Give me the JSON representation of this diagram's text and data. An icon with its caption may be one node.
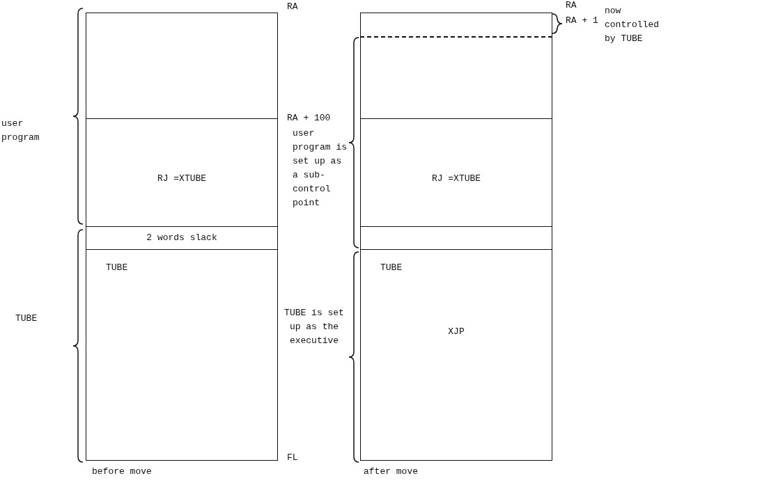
{
  "diagram": {
    "nodes": [
      {
        "text": [],
        "shape": "box"
      },
      {
        "text": [
          "RJ =XTUBE"
        ]
      },
      {
        "text": [
          "2 words slack"
        ]
      },
      {
        "text": [
          "TUBE"
        ]
      },
      {
        "text": [],
        "shape": "box"
      },
      {
        "text": [],
        "shape": "box"
      },
      {
        "text": [
          "RJ =XTUBE"
        ]
      },
      {
        "text": [],
        "shape": "box"
      },
      {
        "text": [
          "TUBE",
          "XJP"
        ]
      }
    ],
    "edges": [],
    "labels": [
      "RA",
      "RA + 100",
      "user program",
      "TUBE",
      "FL",
      "before move",
      "RA",
      "RA + 1",
      "now controlled by TUBE",
      "user program is set up as a sub-control point",
      "TUBE is set up as the executive",
      "after move"
    ]
  }
}
